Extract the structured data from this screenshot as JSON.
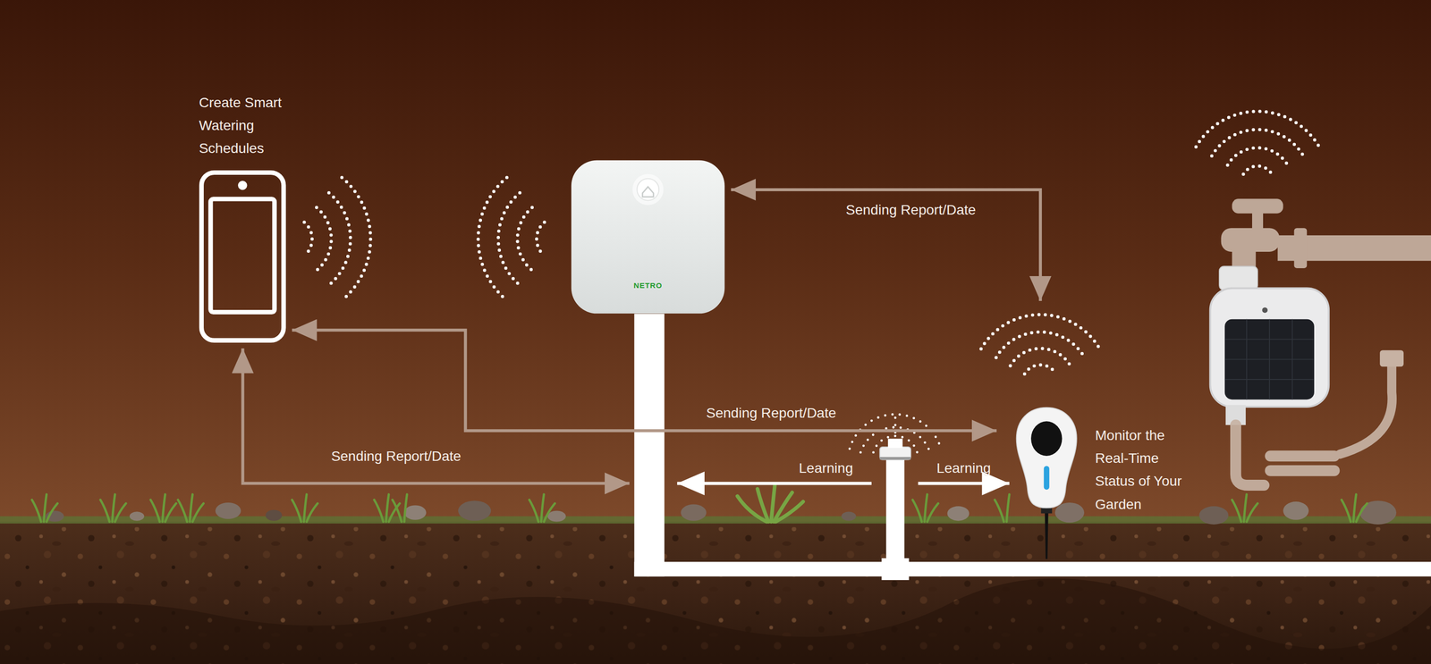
{
  "diagram": {
    "nodes": [
      {
        "text": [
          "Create Smart Watering Schedules"
        ]
      },
      {
        "text": [
          "NETRO"
        ]
      },
      {
        "text": [
          "Monitor the Real-Time Status of Your Garden"
        ]
      }
    ],
    "edges": [
      {
        "from": 1,
        "to": 2,
        "label": "Sending Report/Date",
        "arrow": "both"
      },
      {
        "from": 0,
        "to": 2,
        "label": "Sending Report/Date",
        "arrow": "both"
      },
      {
        "from": 0,
        "to": 1,
        "label": "Sending Report/Date",
        "arrow": "both"
      }
    ],
    "labels": [
      "Learning",
      "Learning"
    ]
  }
}
